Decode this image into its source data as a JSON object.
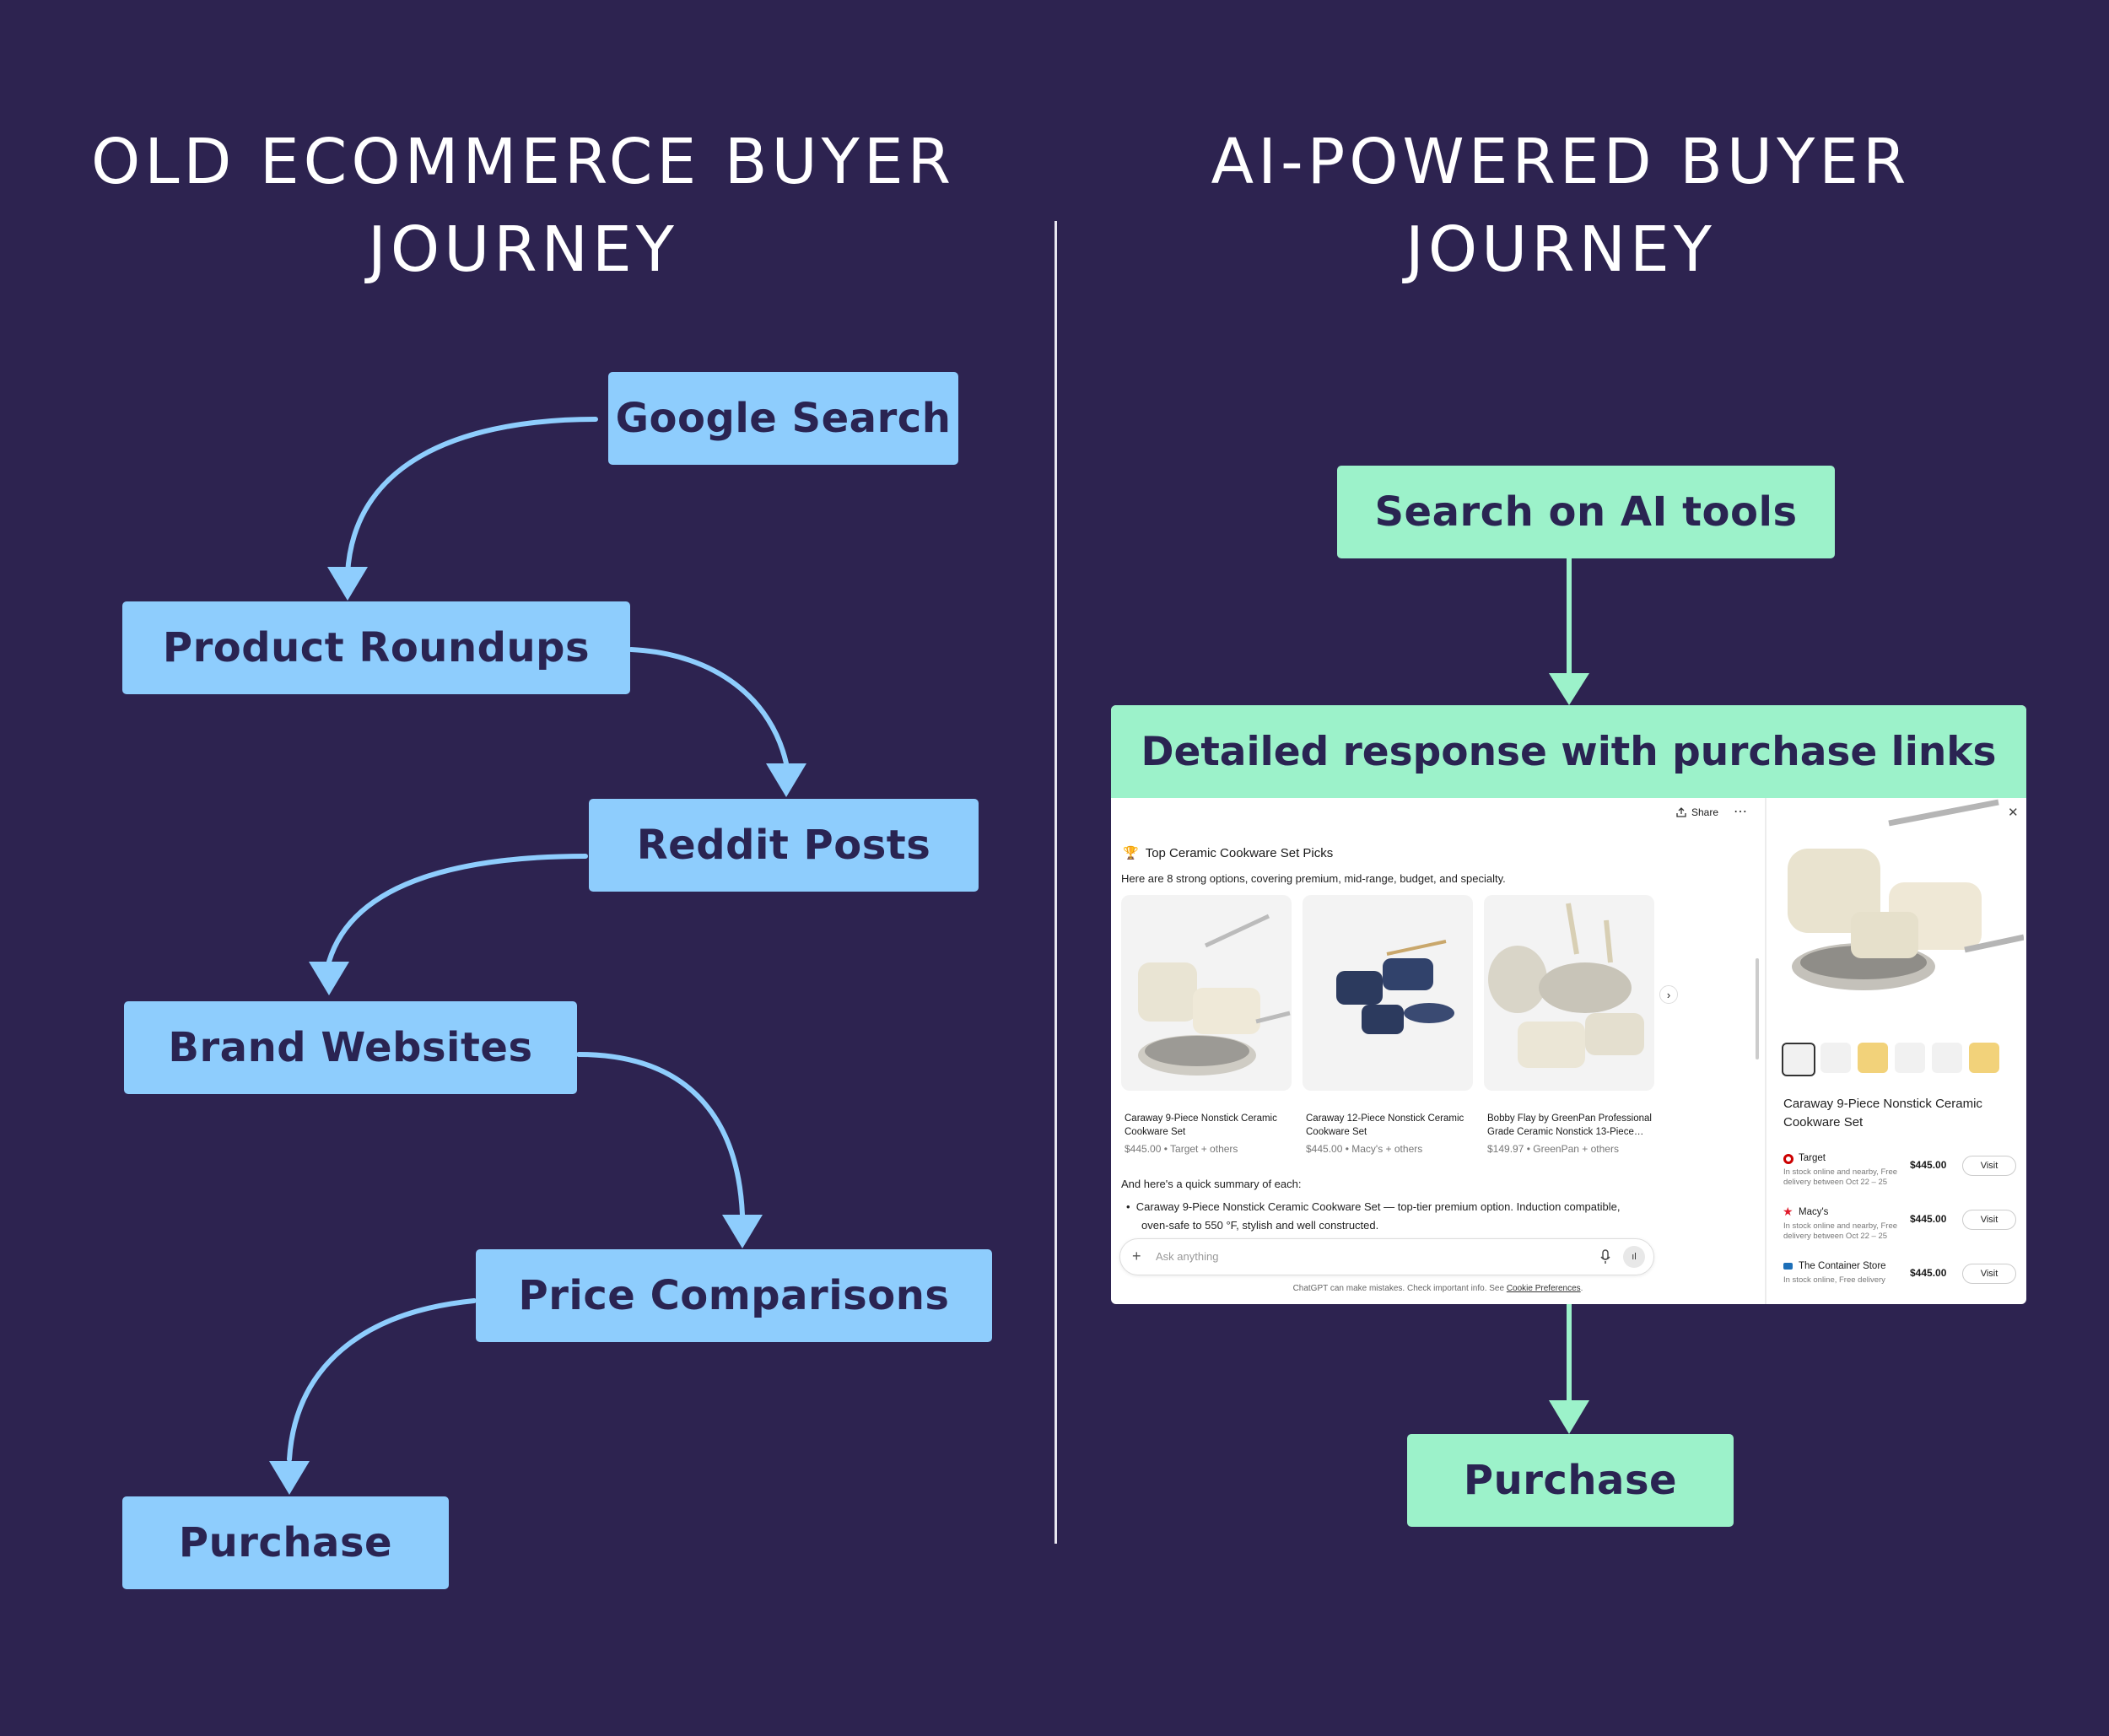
{
  "left": {
    "title_line1": "OLD ECOMMERCE BUYER",
    "title_line2": "JOURNEY",
    "steps": [
      "Google Search",
      "Product Roundups",
      "Reddit Posts",
      "Brand Websites",
      "Price Comparisons",
      "Purchase"
    ]
  },
  "right": {
    "title_line1": "AI-POWERED BUYER",
    "title_line2": "JOURNEY",
    "step1": "Search on AI tools",
    "response_title": "Detailed response with purchase links",
    "step3": "Purchase"
  },
  "chat": {
    "share": "Share",
    "heading": "Top Ceramic Cookware Set Picks",
    "intro": "Here are 8 strong options, covering premium, mid-range, budget, and specialty.",
    "products": [
      {
        "name1": "Caraway 9-Piece Nonstick Ceramic",
        "name2": "Cookware Set",
        "meta": "$445.00 • Target + others"
      },
      {
        "name1": "Caraway 12-Piece Nonstick Ceramic",
        "name2": "Cookware Set",
        "meta": "$445.00 • Macy's + others"
      },
      {
        "name1": "Bobby Flay by GreenPan Professional",
        "name2": "Grade Ceramic Nonstick 13-Piece…",
        "meta": "$149.97 • GreenPan + others"
      }
    ],
    "summary_intro": "And here's a quick summary of each:",
    "bullet1a": "Caraway 9-Piece Nonstick Ceramic Cookware Set — top-tier premium option. Induction compatible,",
    "bullet1b": "oven-safe to 550 °F, stylish and well constructed.",
    "placeholder": "Ask anything",
    "disclaimer": "ChatGPT can make mistakes. Check important info. See ",
    "disclaimer_link": "Cookie Preferences",
    "disclaimer_end": "."
  },
  "side": {
    "product_title1": "Caraway 9-Piece Nonstick Ceramic",
    "product_title2": "Cookware Set",
    "visit_label": "Visit",
    "sellers": [
      {
        "name": "Target",
        "price": "$445.00",
        "note1": "In stock online and nearby, Free",
        "note2": "delivery between Oct 22 – 25",
        "color": "#cc0000"
      },
      {
        "name": "Macy's",
        "price": "$445.00",
        "note1": "In stock online and nearby, Free",
        "note2": "delivery between Oct 22 – 25",
        "color": "#e01a2b"
      },
      {
        "name": "The Container Store",
        "price": "$445.00",
        "note1": "In stock online, Free delivery",
        "note2": "",
        "color": "#1d6fb8"
      }
    ]
  },
  "colors": {
    "background": "#2d2350",
    "blue_node": "#8ecdfd",
    "green_node": "#9cf2ca",
    "node_text": "#2a2452",
    "arrow_blue": "#8ecdfd",
    "arrow_green": "#9cf2ca"
  }
}
